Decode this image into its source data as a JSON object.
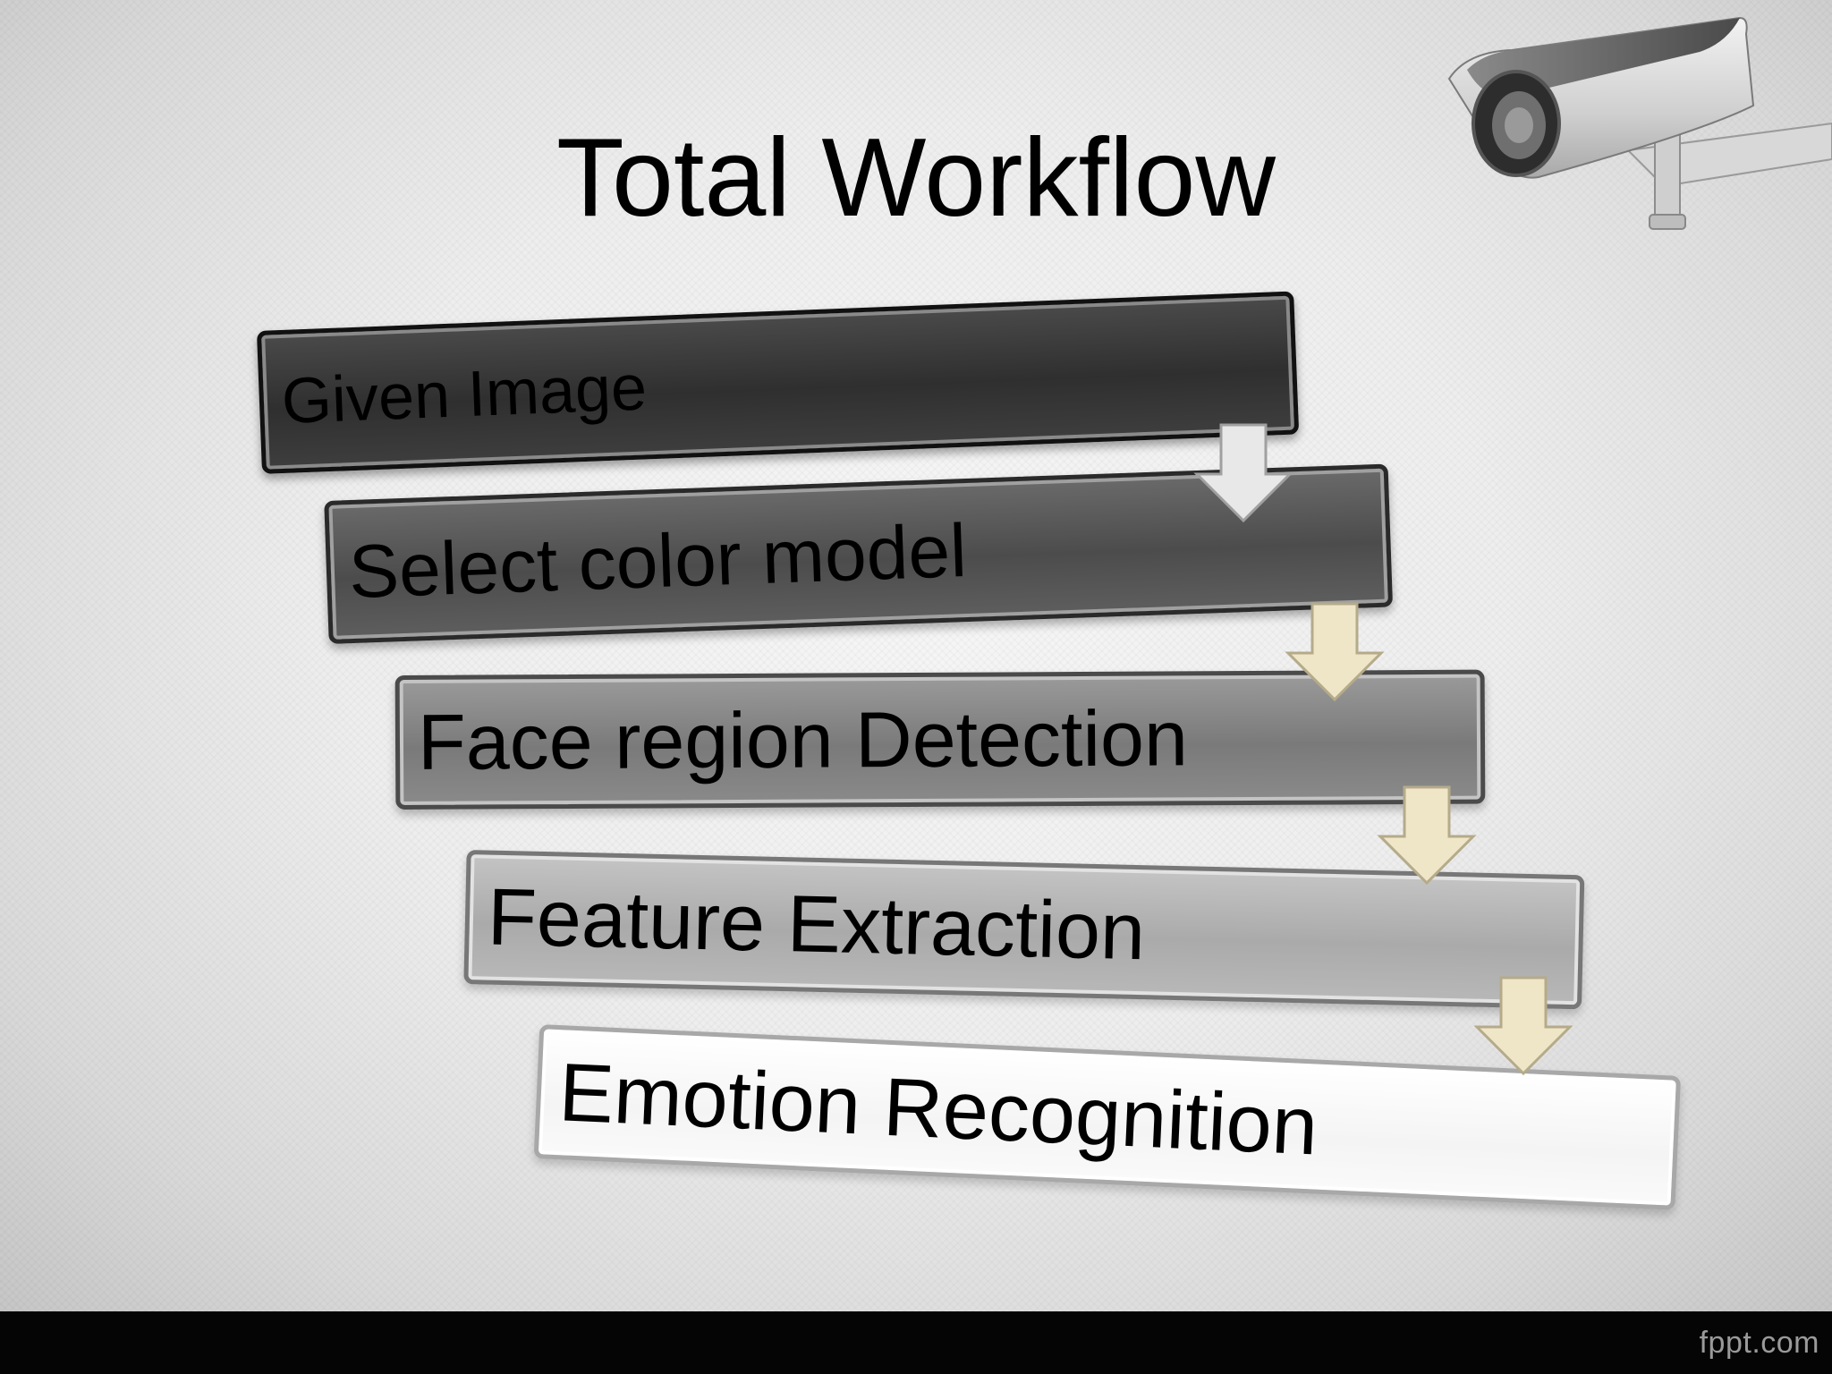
{
  "slide": {
    "title": "Total Workflow",
    "footer_brand": "fppt.com"
  },
  "workflow": {
    "steps": [
      {
        "label": "Given Image",
        "fill": "#3a3a3a"
      },
      {
        "label": "Select color model",
        "fill": "#565656"
      },
      {
        "label": "Face region Detection",
        "fill": "#858585"
      },
      {
        "label": "Feature Extraction",
        "fill": "#b3b3b3"
      },
      {
        "label": "Emotion Recognition",
        "fill": "#f7f7f7"
      }
    ],
    "arrows": [
      {
        "icon": "down-arrow-icon",
        "color": "#e8e8e8"
      },
      {
        "icon": "down-arrow-icon",
        "color": "#efe6c8"
      },
      {
        "icon": "down-arrow-icon",
        "color": "#efe6c8"
      },
      {
        "icon": "down-arrow-icon",
        "color": "#efe6c8"
      }
    ]
  },
  "decor": {
    "camera_icon": "security-camera-icon"
  }
}
